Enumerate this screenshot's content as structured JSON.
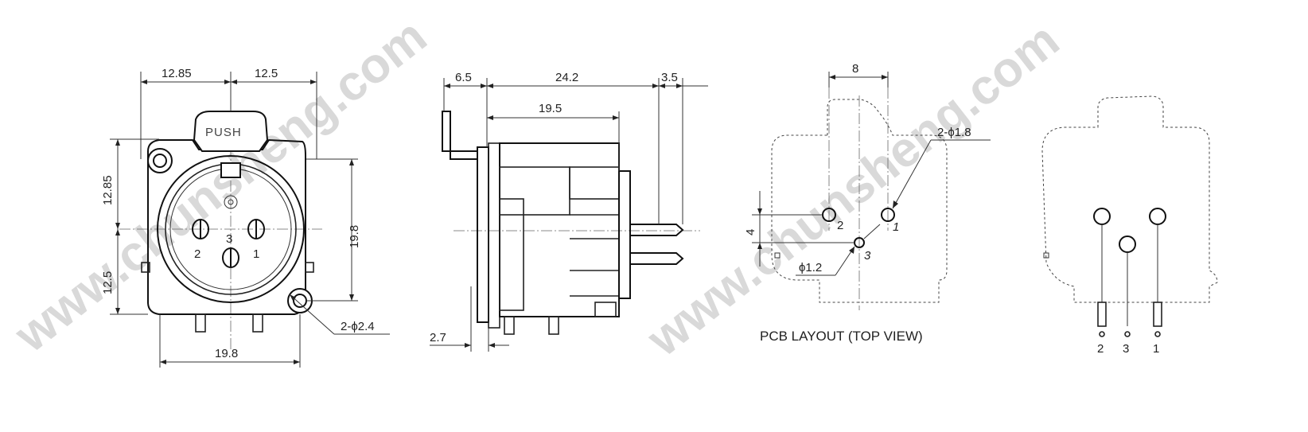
{
  "front_view": {
    "dims": {
      "top_left": "12.85",
      "top_right": "12.5",
      "left_upper": "12.85",
      "left_lower": "12.5",
      "right_height": "19.8",
      "bottom_width": "19.8",
      "hole_callout": "2-ϕ2.4"
    },
    "push_label": "PUSH",
    "pin_labels": [
      "2",
      "3",
      "1"
    ]
  },
  "side_view": {
    "dims": {
      "top_a": "6.5",
      "top_b": "24.2",
      "top_c": "3.5",
      "second": "19.5",
      "bottom": "2.7"
    }
  },
  "pcb_layout": {
    "dims": {
      "spacing": "8",
      "hole_large": "2-ϕ1.8",
      "vertical": "4",
      "hole_small": "ϕ1.2"
    },
    "pin_labels": [
      "2",
      "1",
      "3"
    ],
    "caption": "PCB LAYOUT (TOP VIEW)"
  },
  "pin_view": {
    "pin_labels": [
      "2",
      "3",
      "1"
    ]
  },
  "watermark": "www.chunsheng.com"
}
